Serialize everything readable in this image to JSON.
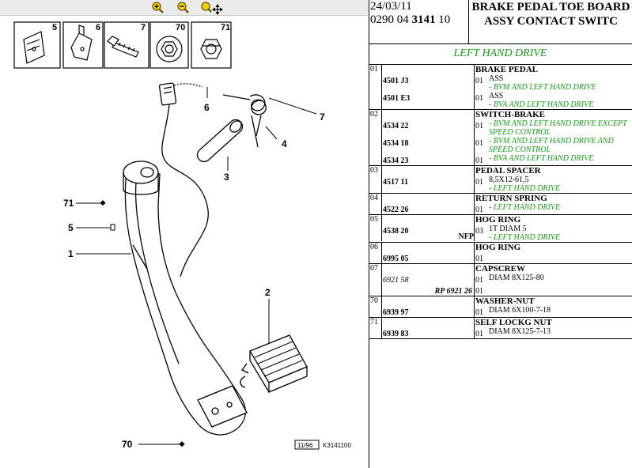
{
  "toolbar": {
    "zoom_in": "zoom-in-icon",
    "zoom_out": "zoom-out-icon",
    "zoom_move": "zoom-move-icon"
  },
  "diagram": {
    "small_parts": [
      "5",
      "6",
      "7",
      "70",
      "71"
    ],
    "callouts": [
      "6",
      "7",
      "4",
      "3",
      "71",
      "5",
      "1",
      "2",
      "70"
    ],
    "stamp_date": "11/96",
    "stamp_ref": "K3141100"
  },
  "header": {
    "date": "24/03/11",
    "ref_prefix": "0290 04 ",
    "ref_bold": "3141",
    "ref_suffix": " 10",
    "title": "BRAKE PEDAL TOE BOARD ASSY CONTACT SWITC"
  },
  "section": "LEFT HAND DRIVE",
  "colors": {
    "note": "#1a9a1a"
  },
  "groups": [
    {
      "ref": "01",
      "title": "BRAKE PEDAL",
      "rows": [
        {
          "code": "4501 J3",
          "qty": "01",
          "lines": [
            "ASS"
          ],
          "notes": [
            "- BVM AND LEFT HAND DRIVE"
          ]
        },
        {
          "code": "4501 E3",
          "qty": "01",
          "lines": [
            "ASS"
          ],
          "notes": [
            "- BVA AND LEFT HAND DRIVE"
          ]
        }
      ]
    },
    {
      "ref": "02",
      "title": "SWITCH-BRAKE",
      "rows": [
        {
          "code": "4534 22",
          "qty": "01",
          "lines": [],
          "notes": [
            "- BVM AND LEFT HAND DRIVE EXCEPT SPEED CONTROL"
          ]
        },
        {
          "code": "4534 18",
          "qty": "01",
          "lines": [],
          "notes": [
            "- BVM AND LEFT HAND DRIVE AND SPEED CONTROL"
          ]
        },
        {
          "code": "4534 23",
          "qty": "01",
          "lines": [],
          "notes": [
            "- BVA AND LEFT HAND DRIVE"
          ]
        }
      ]
    },
    {
      "ref": "03",
      "title": "PEDAL SPACER",
      "rows": [
        {
          "code": "4517 11",
          "qty": "01",
          "lines": [
            "8,5X12-61,5"
          ],
          "notes": [
            "- LEFT HAND DRIVE"
          ]
        }
      ]
    },
    {
      "ref": "04",
      "title": "RETURN SPRING",
      "rows": [
        {
          "code": "4522 26",
          "qty": "01",
          "lines": [],
          "notes": [
            "- LEFT HAND DRIVE"
          ]
        }
      ]
    },
    {
      "ref": "05",
      "title": "HOG RING",
      "rows": [
        {
          "code": "4538 20",
          "qty": "03",
          "lines": [
            "1T DIAM 5"
          ],
          "notes": [
            "- LEFT HAND DRIVE"
          ],
          "nfp": "NFP"
        }
      ]
    },
    {
      "ref": "06",
      "title": "HOG RING",
      "rows": [
        {
          "code": "6995 05",
          "qty": "01",
          "lines": [],
          "notes": []
        }
      ]
    },
    {
      "ref": "07",
      "title": "CAPSCREW",
      "rows": [
        {
          "code": "6921 58",
          "qty": "01",
          "lines": [
            "DIAM 8X125-80"
          ],
          "notes": [],
          "italic": true
        },
        {
          "code": "RP 6921 26",
          "qty": "01",
          "lines": [],
          "notes": [],
          "rp": true
        }
      ]
    },
    {
      "ref": "70",
      "title": "WASHER-NUT",
      "rows": [
        {
          "code": "6939 97",
          "qty": "01",
          "lines": [
            "DIAM 6X100-7-18"
          ],
          "notes": []
        }
      ]
    },
    {
      "ref": "71",
      "title": "SELF LOCKG NUT",
      "rows": [
        {
          "code": "6939 83",
          "qty": "01",
          "lines": [
            "DIAM 8X125-7-13"
          ],
          "notes": []
        }
      ]
    }
  ]
}
